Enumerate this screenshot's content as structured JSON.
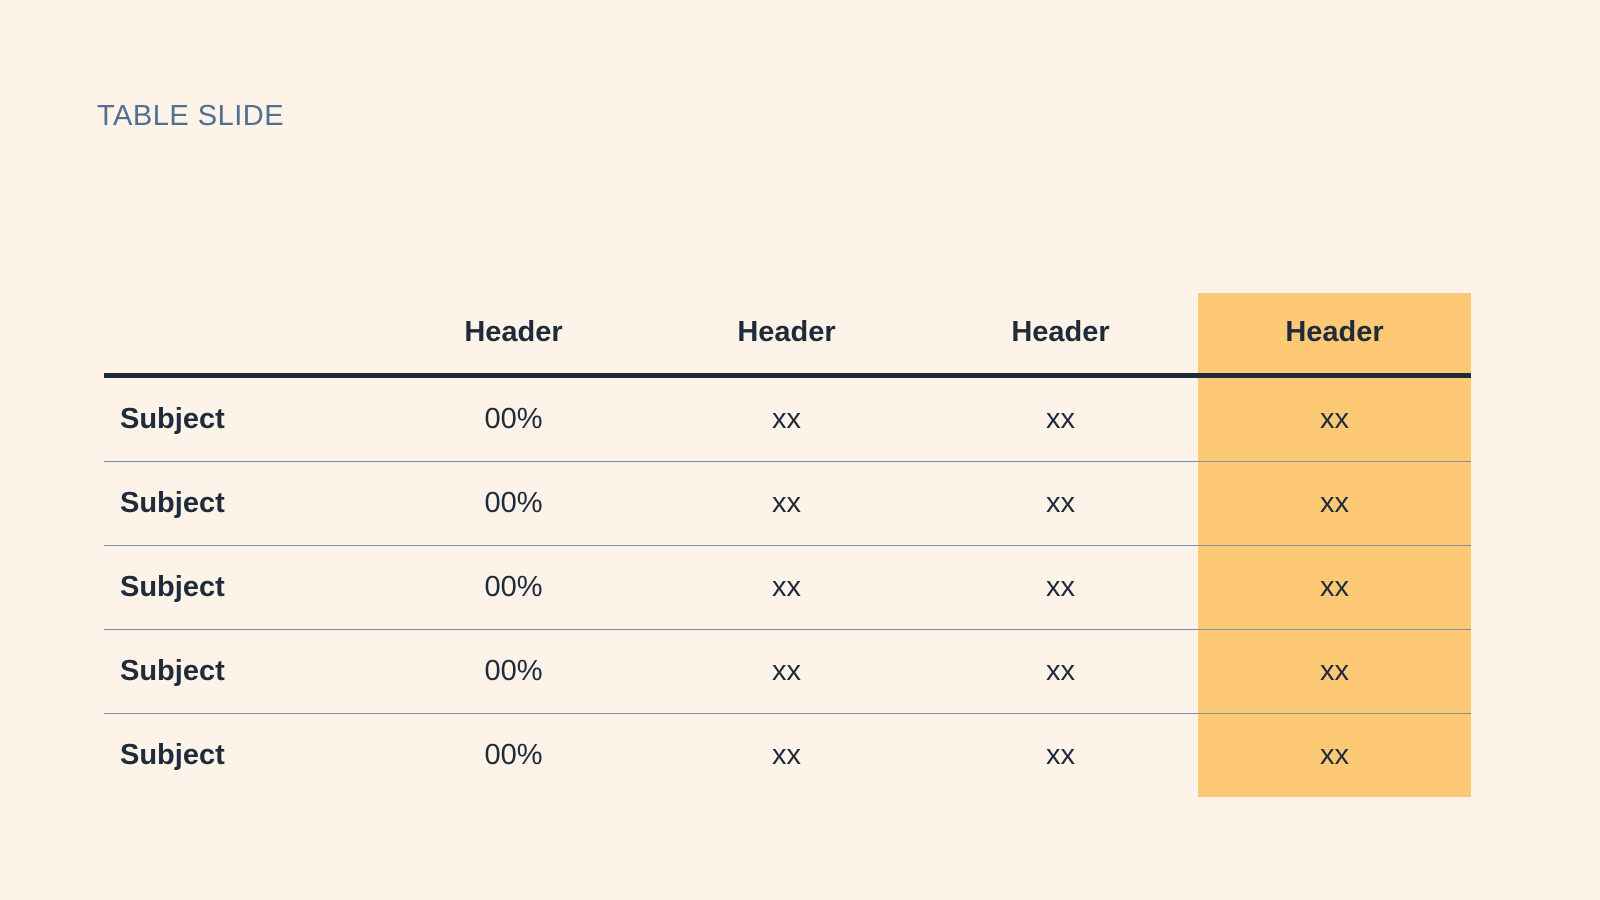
{
  "slide": {
    "title": "TABLE SLIDE"
  },
  "table": {
    "headers": [
      "",
      "Header",
      "Header",
      "Header",
      "Header"
    ],
    "highlight_color": "#fdc975",
    "rows": [
      [
        "Subject",
        "00%",
        "xx",
        "xx",
        "xx"
      ],
      [
        "Subject",
        "00%",
        "xx",
        "xx",
        "xx"
      ],
      [
        "Subject",
        "00%",
        "xx",
        "xx",
        "xx"
      ],
      [
        "Subject",
        "00%",
        "xx",
        "xx",
        "xx"
      ],
      [
        "Subject",
        "00%",
        "xx",
        "xx",
        "xx"
      ]
    ]
  }
}
